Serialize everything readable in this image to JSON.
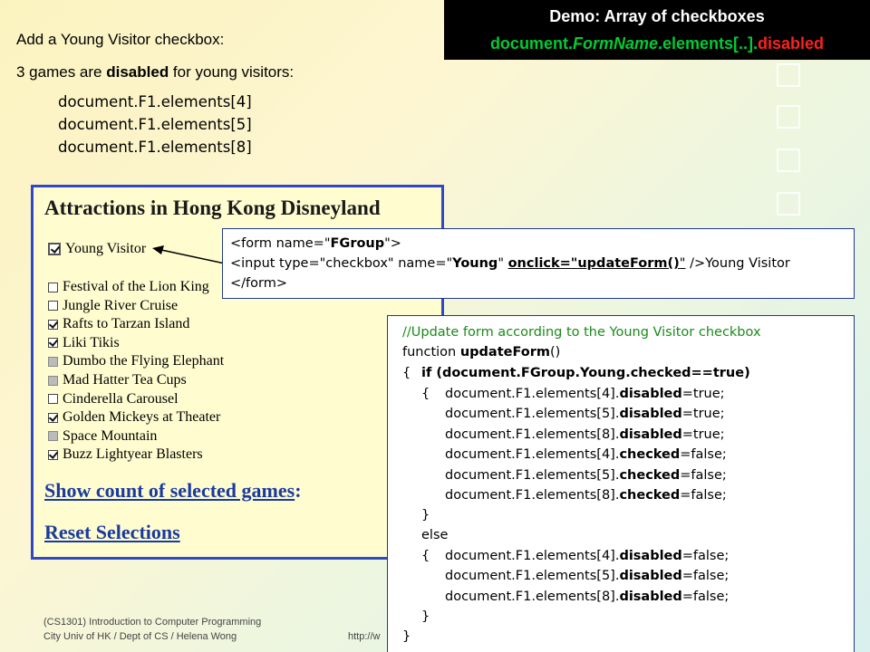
{
  "title": {
    "line1": "Demo: Array of checkboxes",
    "line2_a": "document.",
    "line2_b": "FormName",
    "line2_c": ".elements[..].",
    "line2_d": "disabled"
  },
  "intro": {
    "line1": "Add a Young Visitor checkbox:",
    "line2_a": "3 games are ",
    "line2_b": "disabled",
    "line2_c": " for young visitors:",
    "code": [
      "document.F1.elements[4]",
      "document.F1.elements[5]",
      "document.F1.elements[8]"
    ]
  },
  "panel": {
    "title": "Attractions in Hong Kong Disneyland",
    "young_label": "Young Visitor",
    "young_checked": true,
    "items": [
      {
        "label": "Festival of the Lion King",
        "state": "unchecked"
      },
      {
        "label": "Jungle River Cruise",
        "state": "unchecked"
      },
      {
        "label": "Rafts to Tarzan Island",
        "state": "checked"
      },
      {
        "label": "Liki Tikis",
        "state": "checked"
      },
      {
        "label": "Dumbo the Flying Elephant",
        "state": "disabled"
      },
      {
        "label": "Mad Hatter Tea Cups",
        "state": "disabled"
      },
      {
        "label": "Cinderella Carousel",
        "state": "unchecked"
      },
      {
        "label": "Golden Mickeys at Theater",
        "state": "checked"
      },
      {
        "label": "Space Mountain",
        "state": "disabled"
      },
      {
        "label": "Buzz Lightyear Blasters",
        "state": "checked"
      }
    ],
    "show_count_link": "Show count of selected games",
    "show_count_suffix": " :",
    "reset_link": "Reset Selections"
  },
  "form_code": {
    "l1_a": "<form name=\"",
    "l1_b": "FGroup",
    "l1_c": "\">",
    "l2_a": "<input type=\"checkbox\" name=\"",
    "l2_b": "Young",
    "l2_c": "\" ",
    "l2_d": "onclick=\"",
    "l2_e": "updateForm()",
    "l2_f": "\"",
    "l2_g": " />Young Visitor",
    "l3": "</form>"
  },
  "js_code": {
    "comment": "//Update form according to the Young Visitor checkbox",
    "fn_a": "function ",
    "fn_b": "updateForm",
    "fn_c": "()",
    "if_brace": "{",
    "if_stmt": "if (document.FGroup.Young.checked==true)",
    "open1": "{",
    "then_lines": [
      [
        "document.F1.elements[4].",
        "disabled",
        "=true;"
      ],
      [
        "document.F1.elements[5].",
        "disabled",
        "=true;"
      ],
      [
        "document.F1.elements[8].",
        "disabled",
        "=true;"
      ],
      [
        "document.F1.elements[4].",
        "checked",
        "=false;"
      ],
      [
        "document.F1.elements[5].",
        "checked",
        "=false;"
      ],
      [
        "document.F1.elements[8].",
        "checked",
        "=false;"
      ]
    ],
    "close1": "}",
    "else": "else",
    "open2": "{",
    "else_lines": [
      [
        "document.F1.elements[4].",
        "disabled",
        "=false;"
      ],
      [
        "document.F1.elements[5].",
        "disabled",
        "=false;"
      ],
      [
        "document.F1.elements[8].",
        "disabled",
        "=false;"
      ]
    ],
    "close2": "}",
    "close_fn": "}"
  },
  "footer": {
    "line1": "(CS1301) Introduction to Computer Programming",
    "line2": "City Univ of HK / Dept of CS / Helena Wong",
    "url_partial": "http://w"
  },
  "colors": {
    "title_bg": "#000000",
    "title_green": "#00cc33",
    "title_red": "#ff2020",
    "panel_border": "#3048c8",
    "link_blue": "#1a3aa0",
    "comment_green": "#1a8a1a"
  }
}
